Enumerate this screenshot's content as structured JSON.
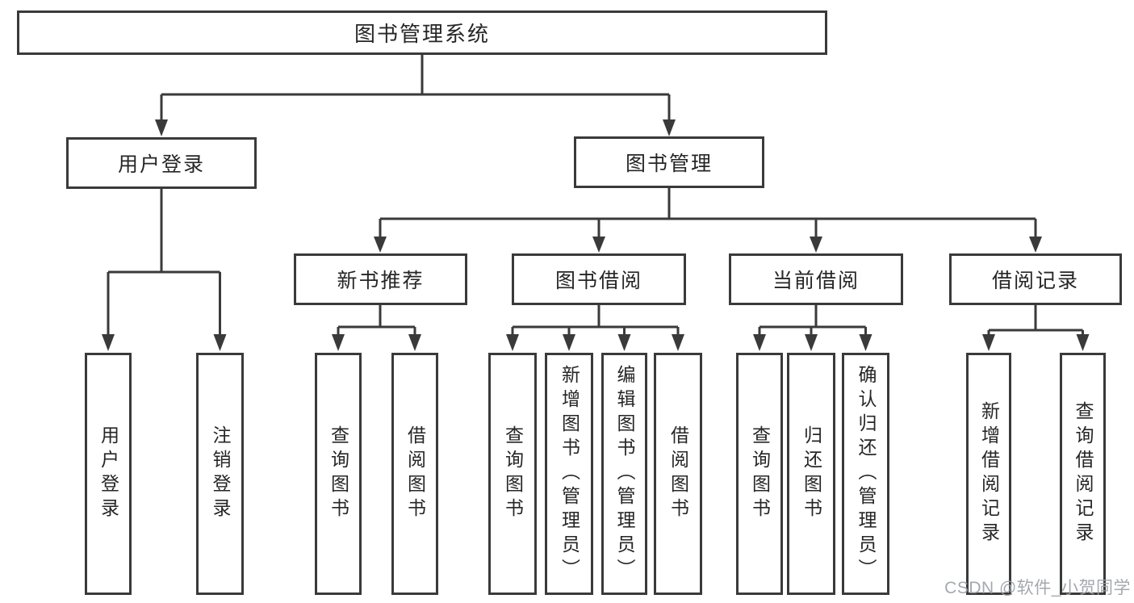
{
  "diagram_type": "hierarchy-tree",
  "colors": {
    "line": "#3a3a3a",
    "box_border": "#3a3a3a",
    "text": "#262626",
    "background": "#ffffff",
    "watermark": "#9aa0a8"
  },
  "hierarchy": {
    "label": "图书管理系统",
    "children": [
      {
        "label": "用户登录",
        "children": [
          {
            "label": "用户登录"
          },
          {
            "label": "注销登录"
          }
        ]
      },
      {
        "label": "图书管理",
        "children": [
          {
            "label": "新书推荐",
            "children": [
              {
                "label": "查询图书"
              },
              {
                "label": "借阅图书"
              }
            ]
          },
          {
            "label": "图书借阅",
            "children": [
              {
                "label": "查询图书"
              },
              {
                "label": "新增图书（管理员）"
              },
              {
                "label": "编辑图书（管理员）"
              },
              {
                "label": "借阅图书"
              }
            ]
          },
          {
            "label": "当前借阅",
            "children": [
              {
                "label": "查询图书"
              },
              {
                "label": "归还图书"
              },
              {
                "label": "确认归还（管理员）"
              }
            ]
          },
          {
            "label": "借阅记录",
            "children": [
              {
                "label": "新增借阅记录"
              },
              {
                "label": "查询借阅记录"
              }
            ]
          }
        ]
      }
    ]
  },
  "watermark": "CSDN @软件_小贺同学"
}
